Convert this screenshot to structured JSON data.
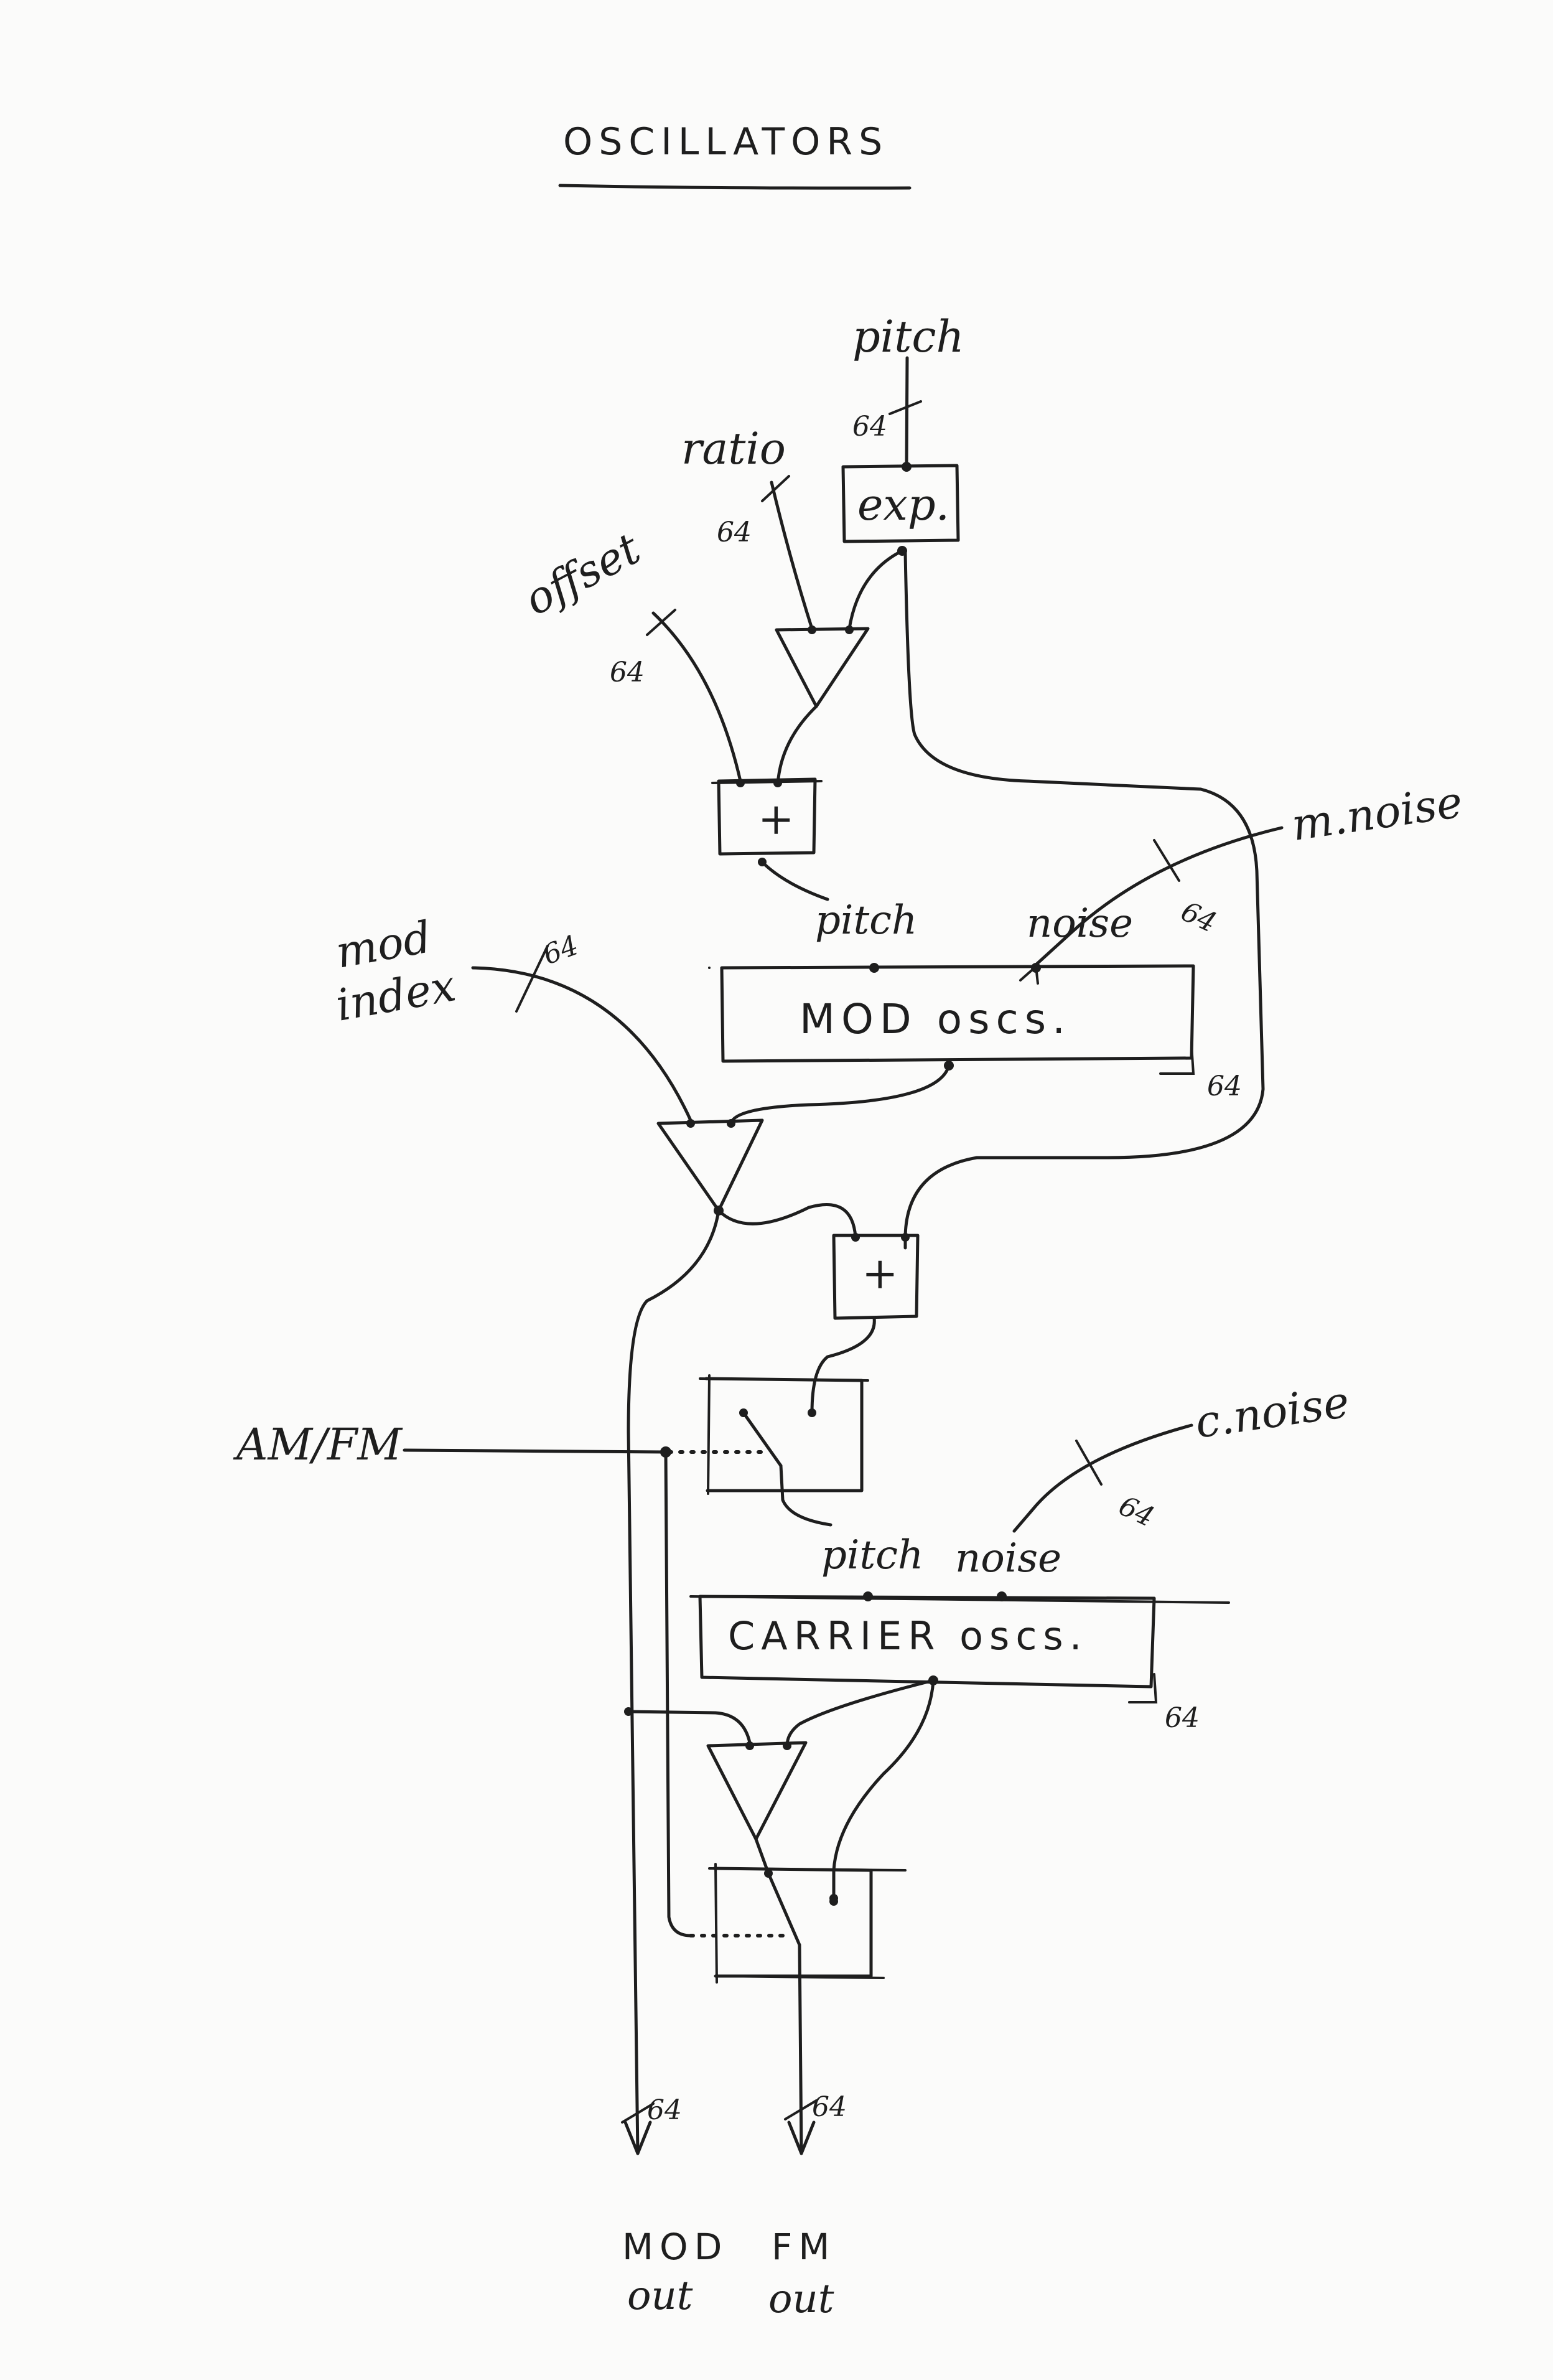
{
  "title": "OSCILLATORS",
  "inputs": {
    "pitch": "pitch",
    "ratio": "ratio",
    "offset": "offset",
    "m_noise": "m.noise",
    "mod_index_1": "mod",
    "mod_index_2": "index",
    "am_fm": "AM/FM",
    "c_noise": "c.noise"
  },
  "bus_width": "64",
  "blocks": {
    "exp": "exp.",
    "adder": "+",
    "mod_oscs": "MOD oscs.",
    "carrier_oscs": "CARRIER oscs."
  },
  "ports": {
    "pitch": "pitch",
    "noise": "noise"
  },
  "outputs": {
    "mod_out_1": "MOD",
    "mod_out_2": "out",
    "fm_out_1": "FM",
    "fm_out_2": "out"
  }
}
